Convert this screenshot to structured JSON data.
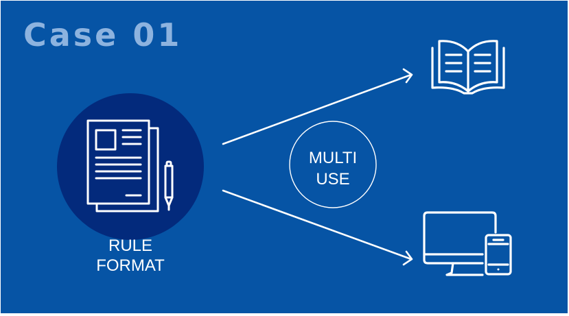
{
  "header": {
    "title": "Case 01"
  },
  "source": {
    "label_line1": "RULE",
    "label_line2": "FORMAT",
    "icon": "document-with-pen-icon"
  },
  "hub": {
    "label_line1": "MULTI",
    "label_line2": "USE"
  },
  "targets": [
    {
      "icon": "open-book-icon"
    },
    {
      "icon": "desktop-and-phone-icon"
    }
  ],
  "colors": {
    "background": "#0654A5",
    "source_circle": "#032A7C",
    "title": "#8DB3DF",
    "foreground": "#FFFFFF"
  }
}
